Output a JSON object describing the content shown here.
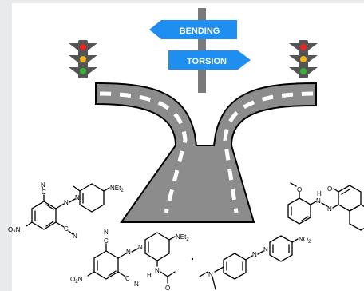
{
  "signs": {
    "left": "BENDING",
    "right": "TORSION"
  },
  "colors": {
    "background": "#ffffff",
    "road": "#8c8c8c",
    "road_edge": "#000000",
    "lane_marking": "#ffffff",
    "sign": "#1e8ff0",
    "sign_text": "#ffffff",
    "post": "#7a7a7a",
    "light_red": "#e8261f",
    "light_yellow": "#f3b619",
    "light_green": "#34b233"
  },
  "icons": {
    "traffic_light": "traffic-light-icon",
    "signpost": "signpost-icon"
  },
  "molecules": {
    "mol1": {
      "label_net2": "NEt",
      "net2_sub": "2",
      "label_o2n": "O",
      "o2n_sub": "2",
      "o2n_n": "N",
      "label_cn_top_c": "C",
      "label_cn_top_n": "N",
      "label_cn_bottom": "C",
      "label_cn_bottom_n": "N",
      "label_azo_n1": "N",
      "label_azo_n2": "N"
    },
    "mol2": {
      "label_net2": "NEt",
      "net2_sub": "2",
      "label_o2n": "O",
      "o2n_sub": "2",
      "o2n_n": "N",
      "label_cn_top_c": "C",
      "label_cn_top_n": "N",
      "label_cn_bottom": "C",
      "label_cn_bottom_n": "N",
      "label_azo_n1": "N",
      "label_azo_n2": "N",
      "label_nh_n": "N",
      "label_nh_h": "H",
      "label_o": "O"
    },
    "mol3": {
      "label_n": "N",
      "label_azo_n1": "N",
      "label_azo_n2": "N",
      "label_no2": "NO",
      "no2_sub": "2"
    },
    "mol4": {
      "label_o_methoxy": "O",
      "label_n1": "N",
      "label_n2": "N",
      "label_h": "H",
      "label_o_keto": "O"
    }
  }
}
